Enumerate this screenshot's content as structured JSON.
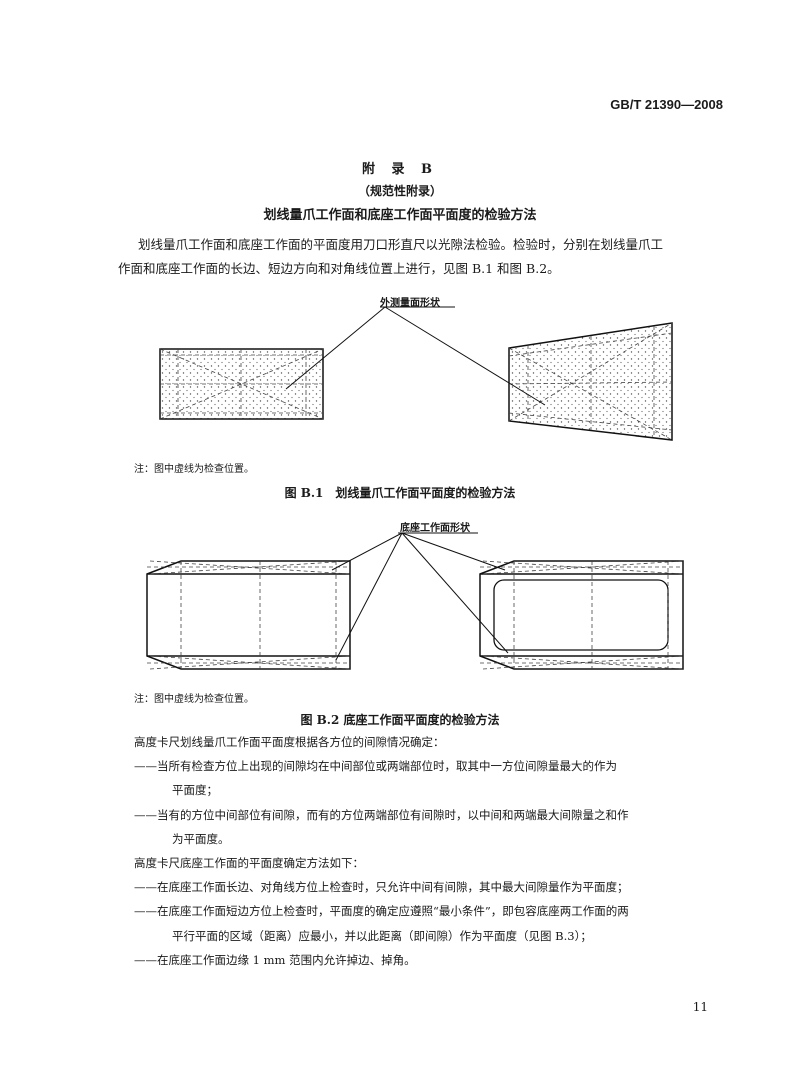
{
  "header": {
    "standard_number": "GB/T 21390—2008"
  },
  "annex": {
    "title": "附 录 B",
    "subtitle": "（规范性附录）",
    "heading": "划线量爪工作面和底座工作面平面度的检验方法"
  },
  "intro": {
    "line1": "划线量爪工作面和底座工作面的平面度用刀口形直尺以光隙法检验。检验时，分别在划线量爪工",
    "line2": "作面和底座工作面的长边、短边方向和对角线位置上进行，见图 B.1 和图 B.2。"
  },
  "figure1": {
    "label": "外测量面形状",
    "note": "注：图中虚线为检查位置。",
    "caption": "图 B.1　划线量爪工作面平面度的检验方法"
  },
  "figure2": {
    "label": "底座工作面形状",
    "note": "注：图中虚线为检查位置。",
    "caption": "图 B.2 底座工作面平面度的检验方法"
  },
  "body": {
    "p1": "高度卡尺划线量爪工作面平面度根据各方位的间隙情况确定：",
    "item1_line1": "——当所有检查方位上出现的间隙均在中间部位或两端部位时，取其中一方位间隙量最大的作为",
    "item1_line2": "平面度；",
    "item2_line1": "——当有的方位中间部位有间隙，而有的方位两端部位有间隙时，以中间和两端最大间隙量之和作",
    "item2_line2": "为平面度。",
    "p2": "高度卡尺底座工作面的平面度确定方法如下：",
    "item3": "——在底座工作面长边、对角线方位上检查时，只允许中间有间隙，其中最大间隙量作为平面度；",
    "item4_line1": "——在底座工作面短边方位上检查时，平面度的确定应遵照“最小条件”，即包容底座两工作面的两",
    "item4_line2": "平行平面的区域（距离）应最小，并以此距离（即间隙）作为平面度（见图 B.3）；",
    "item5": "——在底座工作面边缘 1 mm 范围内允许掉边、掉角。"
  },
  "footer": {
    "page_number": "11"
  }
}
